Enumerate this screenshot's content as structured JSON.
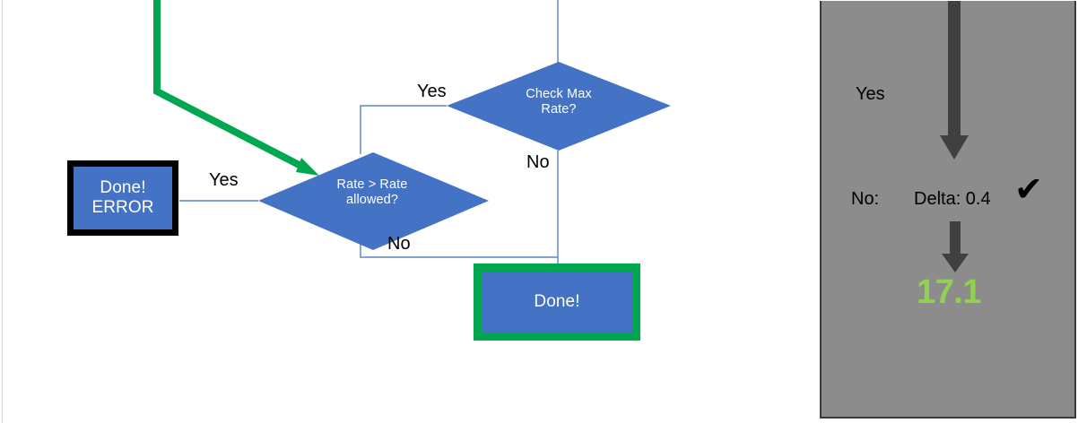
{
  "canvas": {
    "background": "#ffffff",
    "node_fill": "#4472C4",
    "connector_color": "#5B84C4",
    "green_accent": "#00A650"
  },
  "flowchart": {
    "nodes": [
      {
        "id": "done-error",
        "type": "process",
        "text_line1": "Done!",
        "text_line2": "ERROR",
        "border_color": "#000000"
      },
      {
        "id": "rate-decision",
        "type": "decision",
        "text_line1": "Rate > Rate",
        "text_line2": "allowed?"
      },
      {
        "id": "maxrate-decision",
        "type": "decision",
        "text_line1": "Check Max",
        "text_line2": "Rate?"
      },
      {
        "id": "done-ok",
        "type": "process",
        "text_line1": "Done!",
        "border_color": "#00A650"
      }
    ],
    "edge_labels": {
      "yes_to_error": "Yes",
      "yes_to_maxrate": "Yes",
      "no_from_maxrate": "No",
      "no_from_rate": "No"
    }
  },
  "detail_panel": {
    "background": "#8C8C8C",
    "yes_label": "Yes",
    "no_label": "No:",
    "delta_label": "Delta: 0.4",
    "check_icon": "✔",
    "result_value": "17.1",
    "result_color": "#92D050",
    "arrow_color": "#404040"
  }
}
